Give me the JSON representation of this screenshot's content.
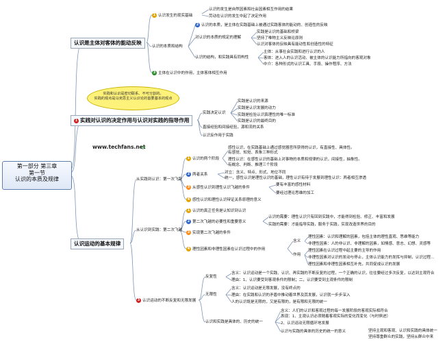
{
  "central": {
    "line1": "第一部分 第三章",
    "line2": "第一节",
    "line3": "认识的本质及规律"
  },
  "branch1": {
    "label": "认识是主体对客体的能动反映",
    "origin": {
      "label": "认识发生的现实基础",
      "items": [
        "认识的发生是自然因素和社会因素相互作用的结果",
        "劳动在认识的发生中起了决定作用"
      ]
    },
    "nature": {
      "label": "认识的本质和结构",
      "essence": "认识的本质，是主体在实践基础上被通过实践客体的能动的、创造性的反映",
      "understand_label": "对认识的本质的规定的理解",
      "understand_items": [
        "实践是认识的基础和桥梁",
        "坚持了唯物主义反映论原则",
        "认识对客体的反映具有能动性和创造性的特征"
      ],
      "structure_label": "认识的结构，和实践具有同构性",
      "structure_items": [
        "主体：从事社会实践和进行认识的人",
        "客体：进入人的认识活动、被主体的认识能力所指向的客观对象",
        "中介：各种形式的认识工具、手段、操作程序、方法"
      ]
    },
    "role": "主体在认识中的作用，主体客体相互作用"
  },
  "bubble": {
    "line1": "实践和认识是密切联系、不可分割的。",
    "line2": "实践的观点是马克思主义认识论的首要基本的观点"
  },
  "branch2": {
    "label": "实践对认识的决定作用与认识对实践的指导作用",
    "decisive_label": "实践决定认识",
    "decisive_items": [
      "实践是认识的来源",
      "实践是认识发展的动力",
      "实践是检验认识真理性的唯一标准",
      "实践是认识的最终目的"
    ],
    "direct": "直接经验和间接经验，源和流的关系",
    "react": "认识反作用于实践"
  },
  "site": "www.techfans.net",
  "branch3": {
    "label": "认识运动的基本规律",
    "leap1": {
      "label": "从实践到认识：第一次飞跃",
      "two_stages": "认识的两个阶段",
      "stage_items": [
        "感性认识，在实践基础上通过感觉器官所获得的认识，有直接性、具体性。",
        "有感觉、知觉、表象三种形式",
        "理性认识：在感性认识的基础上对事物的本质和规律的认识，间接性，抽象性。",
        "有概念、判断、推理三个阶段"
      ],
      "relation": "两者关系",
      "relation_items": [
        "对立：含义、特点、形式、地位不同",
        "统一，感性认识是理性认识的基础，理性认识有待于发展到理性认识：两者相互渗透"
      ],
      "conditions": "从感性认识到理性认识飞越的条件",
      "condition_items": [
        "要有丰富的感性材料",
        "要经过理论思维的加工"
      ],
      "dialectic": "感性认识和理性认识辩证关系原理的意义"
    },
    "leap2": {
      "label": "从认识到实践：第二次飞越",
      "goal": "认识的真正任务是认知识到认识",
      "importance": "第二次飞越的必要性和重要意义",
      "importance_items": [
        "认识的需要：理性认识只有回到实践中，才能得到检验、修正、丰富和发展",
        "实践的需要：才能指导实践，服务于实践，实现改造世界的目的"
      ],
      "conditions": "实现第二次飞越的条件",
      "factors": "理性因素和非理性因素在认识过程中的作用",
      "meaning_label": "含义",
      "meaning_items": [
        "理性因素：认识和理解的因素，包括主体的理性直观、思维等能力",
        "非理性因素：人的非认识、非理解的因素，如情感、意志、幻想、灵感等"
      ],
      "effect_label": "作用",
      "effect_items": [
        "理性因素在认识过程中起主要的主导的作用",
        "非理性因素对认识的发动与停止，主体认识能力的发挥与抑制，认识过程...",
        "理性因素和非理性因素相互补充，共同促成认识的发展"
      ]
    },
    "repeat": {
      "label": "认识运动的不断反复和无限发展",
      "repeat_label": "反复性",
      "repeat_items": [
        "含义：认识运动是一个实践、认识、再实践的不断反复的过程，一个正确的认识，往往要经过多次反复，以达到主观符合",
        "理由：1、认识要受到客观条件的限制；二，认识要受到主观条件的限制"
      ],
      "infinite_label": "无限性",
      "infinite_items": [
        "含义：认识运动是无限发展，没有终点的",
        "理由：在实践和认识的矛盾中推动着世界及其发展，认识就一步步深入",
        "人的认识既是无限的，又是有限的，是有限和无限的统一"
      ],
      "unity_label": "认识和实践是具体的、历史的统一",
      "unity_items": [
        "含义：人们的认识和客观过程的每一发展阶段的客观实际相符合",
        "表现：1、主观认识必须随着客观实际的变化而变化（与时俱进）",
        "2、认识运动无限循环地发展",
        "认识与实践的具体的历史的统一的意义"
      ],
      "meaning_items": [
        "坚持主观和客观、认识和实践的具体统一",
        "坚持尊重群众的实践，坚持从群众中来"
      ]
    }
  }
}
